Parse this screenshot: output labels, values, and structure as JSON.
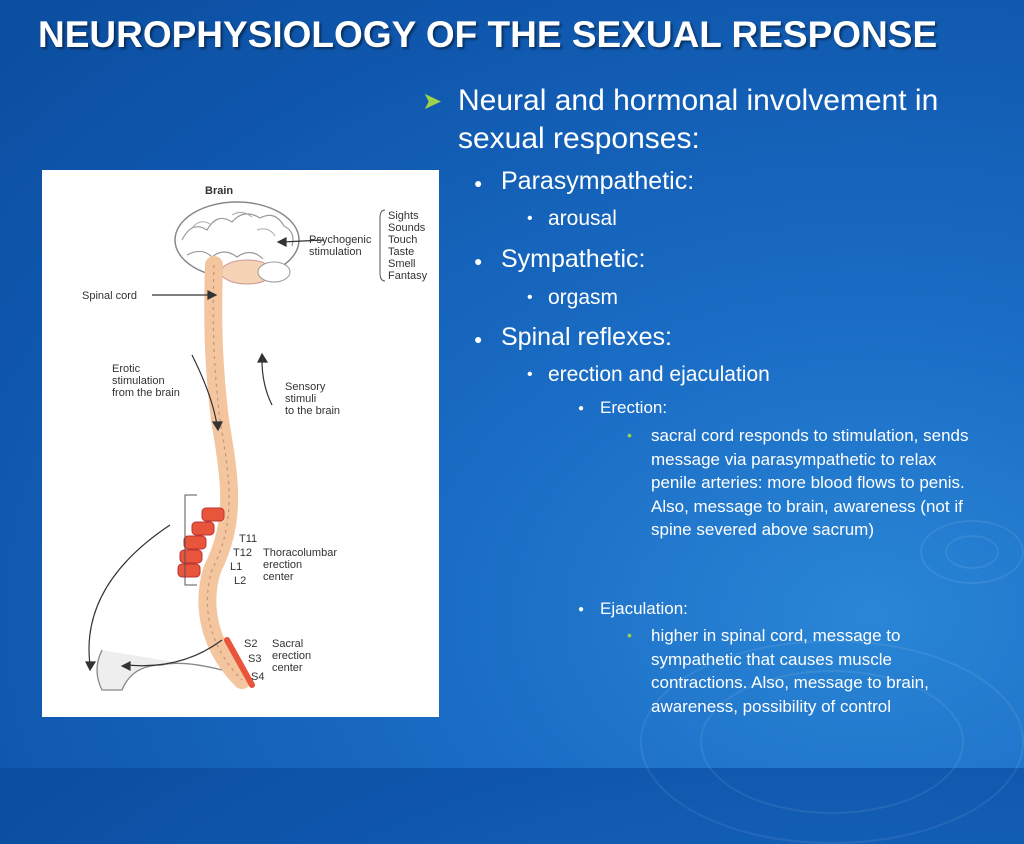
{
  "slide": {
    "title": "NEUROPHYSIOLOGY OF THE SEXUAL RESPONSE",
    "heading": "Neural and hormonal involvement in sexual responses:",
    "items": [
      {
        "text": "Parasympathetic:",
        "sub": "arousal"
      },
      {
        "text": "Sympathetic:",
        "sub": "orgasm"
      },
      {
        "text": "Spinal reflexes:",
        "sub": "erection and ejaculation"
      }
    ],
    "erection": {
      "label": "Erection:",
      "detail": "sacral cord responds to stimulation, sends message via parasympathetic to relax penile arteries: more blood flows to penis. Also, message to brain, awareness (not if spine severed above sacrum)"
    },
    "ejaculation": {
      "label": "Ejaculation:",
      "detail": "higher in spinal cord, message to sympathetic that causes muscle contractions. Also, message to brain, awareness, possibility of control"
    }
  },
  "figure": {
    "brain": "Brain",
    "psychogenic": [
      "Psychogenic",
      "stimulation"
    ],
    "senses": [
      "Sights",
      "Sounds",
      "Touch",
      "Taste",
      "Smell",
      "Fantasy"
    ],
    "spinal_cord": "Spinal cord",
    "erotic": [
      "Erotic",
      "stimulation",
      "from the brain"
    ],
    "sensory": [
      "Sensory",
      "stimuli",
      "to the brain"
    ],
    "vertebrae_upper": [
      "T11",
      "T12",
      "L1",
      "L2"
    ],
    "thoracolumbar": [
      "Thoracolumbar",
      "erection",
      "center"
    ],
    "vertebrae_lower": [
      "S2",
      "S3",
      "S4"
    ],
    "sacral": [
      "Sacral",
      "erection",
      "center"
    ]
  },
  "colors": {
    "accent": "#9fd24a",
    "spine": "#f3c6a0",
    "center": "#e8553a"
  }
}
